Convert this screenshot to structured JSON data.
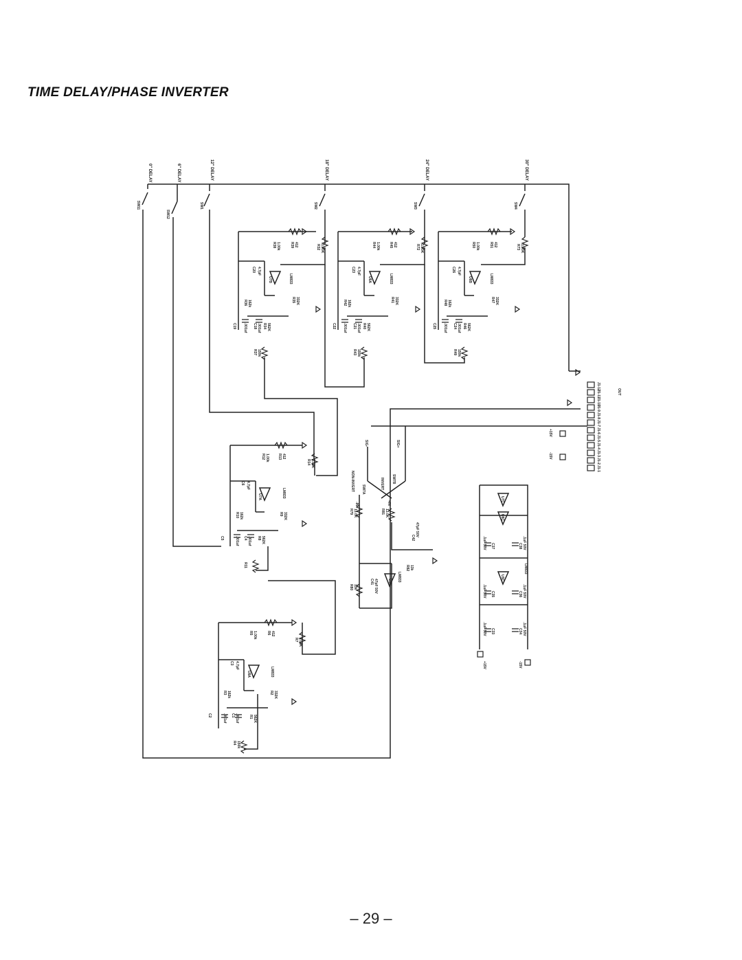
{
  "title": "TIME DELAY/PHASE INVERTER",
  "page_number": "– 29 –",
  "delay_labels": [
    "0\" DELAY",
    "6\" DELAY",
    "12\" DELAY",
    "18\" DELAY",
    "24\" DELAY",
    "30\" DELAY"
  ],
  "switches": [
    "SW11",
    "SW12",
    "SW1",
    "SW2",
    "SW3",
    "SW4"
  ],
  "connector_pins": [
    "J1-12",
    "J1-11",
    "J1-10",
    "J1-9",
    "J1-8",
    "J1-7",
    "J1-6",
    "J1-5",
    "J1-4",
    "J1-3",
    "J1-2",
    "J1-1"
  ],
  "connector_label": "OUT",
  "signal_labels": {
    "sig_minus": "SIG-",
    "sig_plus": "SIG+",
    "plus15": "+15V",
    "minus15": "-15V",
    "non_invert": "NON-INVERT",
    "invert": "INVERT",
    "sw7a": "SW7A",
    "sw7b": "SW7B",
    "minus_in": "-IN",
    "plus_in": "+IN"
  },
  "stage_top": [
    {
      "opamp": "U7B",
      "ra": "R38",
      "ra_v": "1.00k",
      "rb": "R39",
      "rb_v": "412",
      "rc": "R36",
      "rc_v": "162k",
      "rd": "R35",
      "rd_v": "332K",
      "re": "R34",
      "re_v": "562K",
      "rf": "R37",
      "rf_v": "150k",
      "ca": "C20",
      "ca_v": "4.7pF",
      "cb": "C19",
      "cb_v": ".001uf",
      "cc": "C18",
      "cc_v": ".001uf",
      "rpot": "R32",
      "rpot_v": "1.00K",
      "ic": "LM833"
    },
    {
      "opamp": "U6A",
      "ra": "R44",
      "ra_v": "1.00k",
      "rb": "R45",
      "rb_v": "412",
      "rc": "R42",
      "rc_v": "162k",
      "rd": "R41",
      "rd_v": "332K",
      "re": "R40",
      "re_v": "562K",
      "rf": "R43",
      "rf_v": "150k",
      "ca": "C23",
      "ca_v": "4.7pF",
      "cb": "C22",
      "cb_v": ".001uf",
      "cc": "C21",
      "cc_v": ".001uf",
      "rpot": "R72",
      "rpot_v": "1.00K",
      "ic": "LM833"
    },
    {
      "opamp": "U6B",
      "ra": "R50",
      "ra_v": "1.00k",
      "rb": "R51",
      "rb_v": "412",
      "rc": "R48",
      "rc_v": "162k",
      "rd": "R47",
      "rd_v": "332K",
      "re": "R46",
      "re_v": "562K",
      "rf": "R49",
      "rf_v": "150k",
      "ca": "C26",
      "ca_v": "4.7pF",
      "cb": "C25",
      "cb_v": ".001uf",
      "cc": "C24",
      "cc_v": ".001uf",
      "rpot": "R73",
      "rpot_v": "1.00K",
      "ic": "LM833"
    }
  ],
  "stage_bottom": [
    {
      "opamp": "U7A",
      "ra": "R12",
      "ra_v": "1.00k",
      "rb": "R13",
      "rb_v": "412",
      "rc": "R10",
      "rc_v": "162k",
      "rd": "R9",
      "rd_v": "332K",
      "re": "R8",
      "re_v": "562K",
      "rf": "R11",
      "rf_v": "150k",
      "ca": "C6",
      "ca_v": "4.7pF",
      "cb": "C5",
      "cb_v": ".001uf",
      "cc": "C4",
      "cc_v": ".001uf",
      "rpot": "R14",
      "rpot_v": "1.00K",
      "ic": "LM833"
    },
    {
      "opamp": "U8A",
      "ra": "R5",
      "ra_v": "1.00k",
      "rb": "R6",
      "rb_v": "412",
      "rc": "R3",
      "rc_v": "162k",
      "rd": "R2",
      "rd_v": "332K",
      "re": "R1",
      "re_v": "562K",
      "rf": "R4",
      "rf_v": "150k",
      "ca": "C3",
      "ca_v": "4.7pF",
      "cb": "C2",
      "cb_v": ".001uf",
      "cc": "C1",
      "cc_v": ".001uf",
      "rpot": "R7",
      "rpot_v": "1.00K",
      "ic": "LM833"
    }
  ],
  "inverter": {
    "opamp": "U9B",
    "ic": "LM833",
    "r79": "R79",
    "r79_v": "13.0K",
    "r81": "R81",
    "r81_v": "13.0K",
    "r80": "R80",
    "r80_v": "13k",
    "r82": "R82",
    "r82_v": "13k",
    "c41": "C41",
    "c41_v": "47pF 50V",
    "c42": "C42",
    "c42_v": "47pF 50V"
  },
  "power": {
    "u7c": "U7C",
    "u8c": "U8C",
    "u9c": "U9C",
    "ic": "LM833",
    "caps": [
      "C37",
      "C38",
      "C35",
      "C36",
      "C33",
      "C34"
    ],
    "cap_v": ".1uF 50V"
  }
}
